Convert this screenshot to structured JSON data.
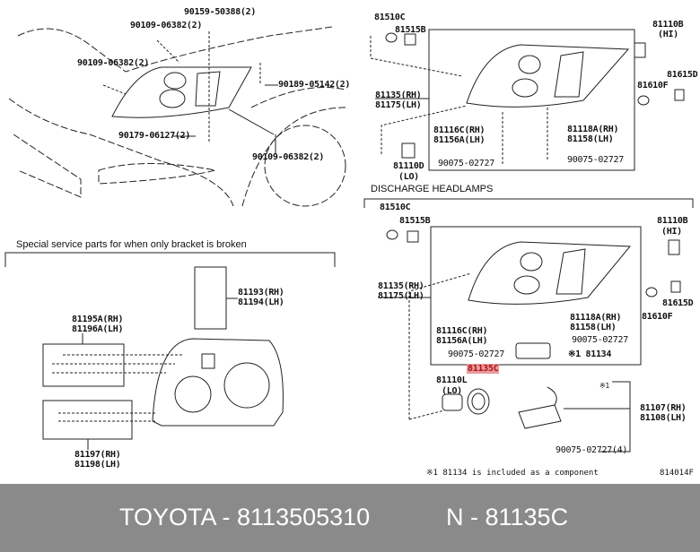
{
  "top_left_labels": [
    "90159-50388(2)",
    "90109-06382(2)",
    "90109-06382(2)",
    "90189-05142(2)",
    "90179-06127(2)",
    "90109-06382(2)"
  ],
  "top_right_labels": [
    "81510C",
    "81515B",
    "81110B",
    "(HI)",
    "81615D",
    "81610F",
    "81135(RH)",
    "81175(LH)",
    "81116C(RH)",
    "81156A(LH)",
    "81118A(RH)",
    "81158(LH)",
    "81110D",
    "(LO)",
    "90075-02727",
    "90075-02727"
  ],
  "discharge": {
    "heading": "DISCHARGE HEADLAMPS",
    "labels": [
      "81510C",
      "81515B",
      "81110B",
      "(HI)",
      "81135(RH)",
      "81175(LH)",
      "81615D",
      "81610F",
      "81118A(RH)",
      "81158(LH)",
      "81116C(RH)",
      "81156A(LH)",
      "90075-02727",
      "90075-02727",
      "※1 81134",
      "81110L",
      "(LO)",
      "※1",
      "81107(RH)",
      "81108(LH)",
      "90075-02727(4)"
    ],
    "highlighted": "81135C",
    "note": "※1 81134 is included as a component",
    "diagram_code": "814014F"
  },
  "bracket_section": {
    "heading": "Special service parts for when only bracket is broken",
    "labels": [
      "81193(RH)",
      "81194(LH)",
      "81195A(RH)",
      "81196A(LH)",
      "81197(RH)",
      "81198(LH)"
    ]
  },
  "footer": {
    "brand_part": "TOYOTA - 8113505310",
    "n_part": "N - 81135C"
  }
}
